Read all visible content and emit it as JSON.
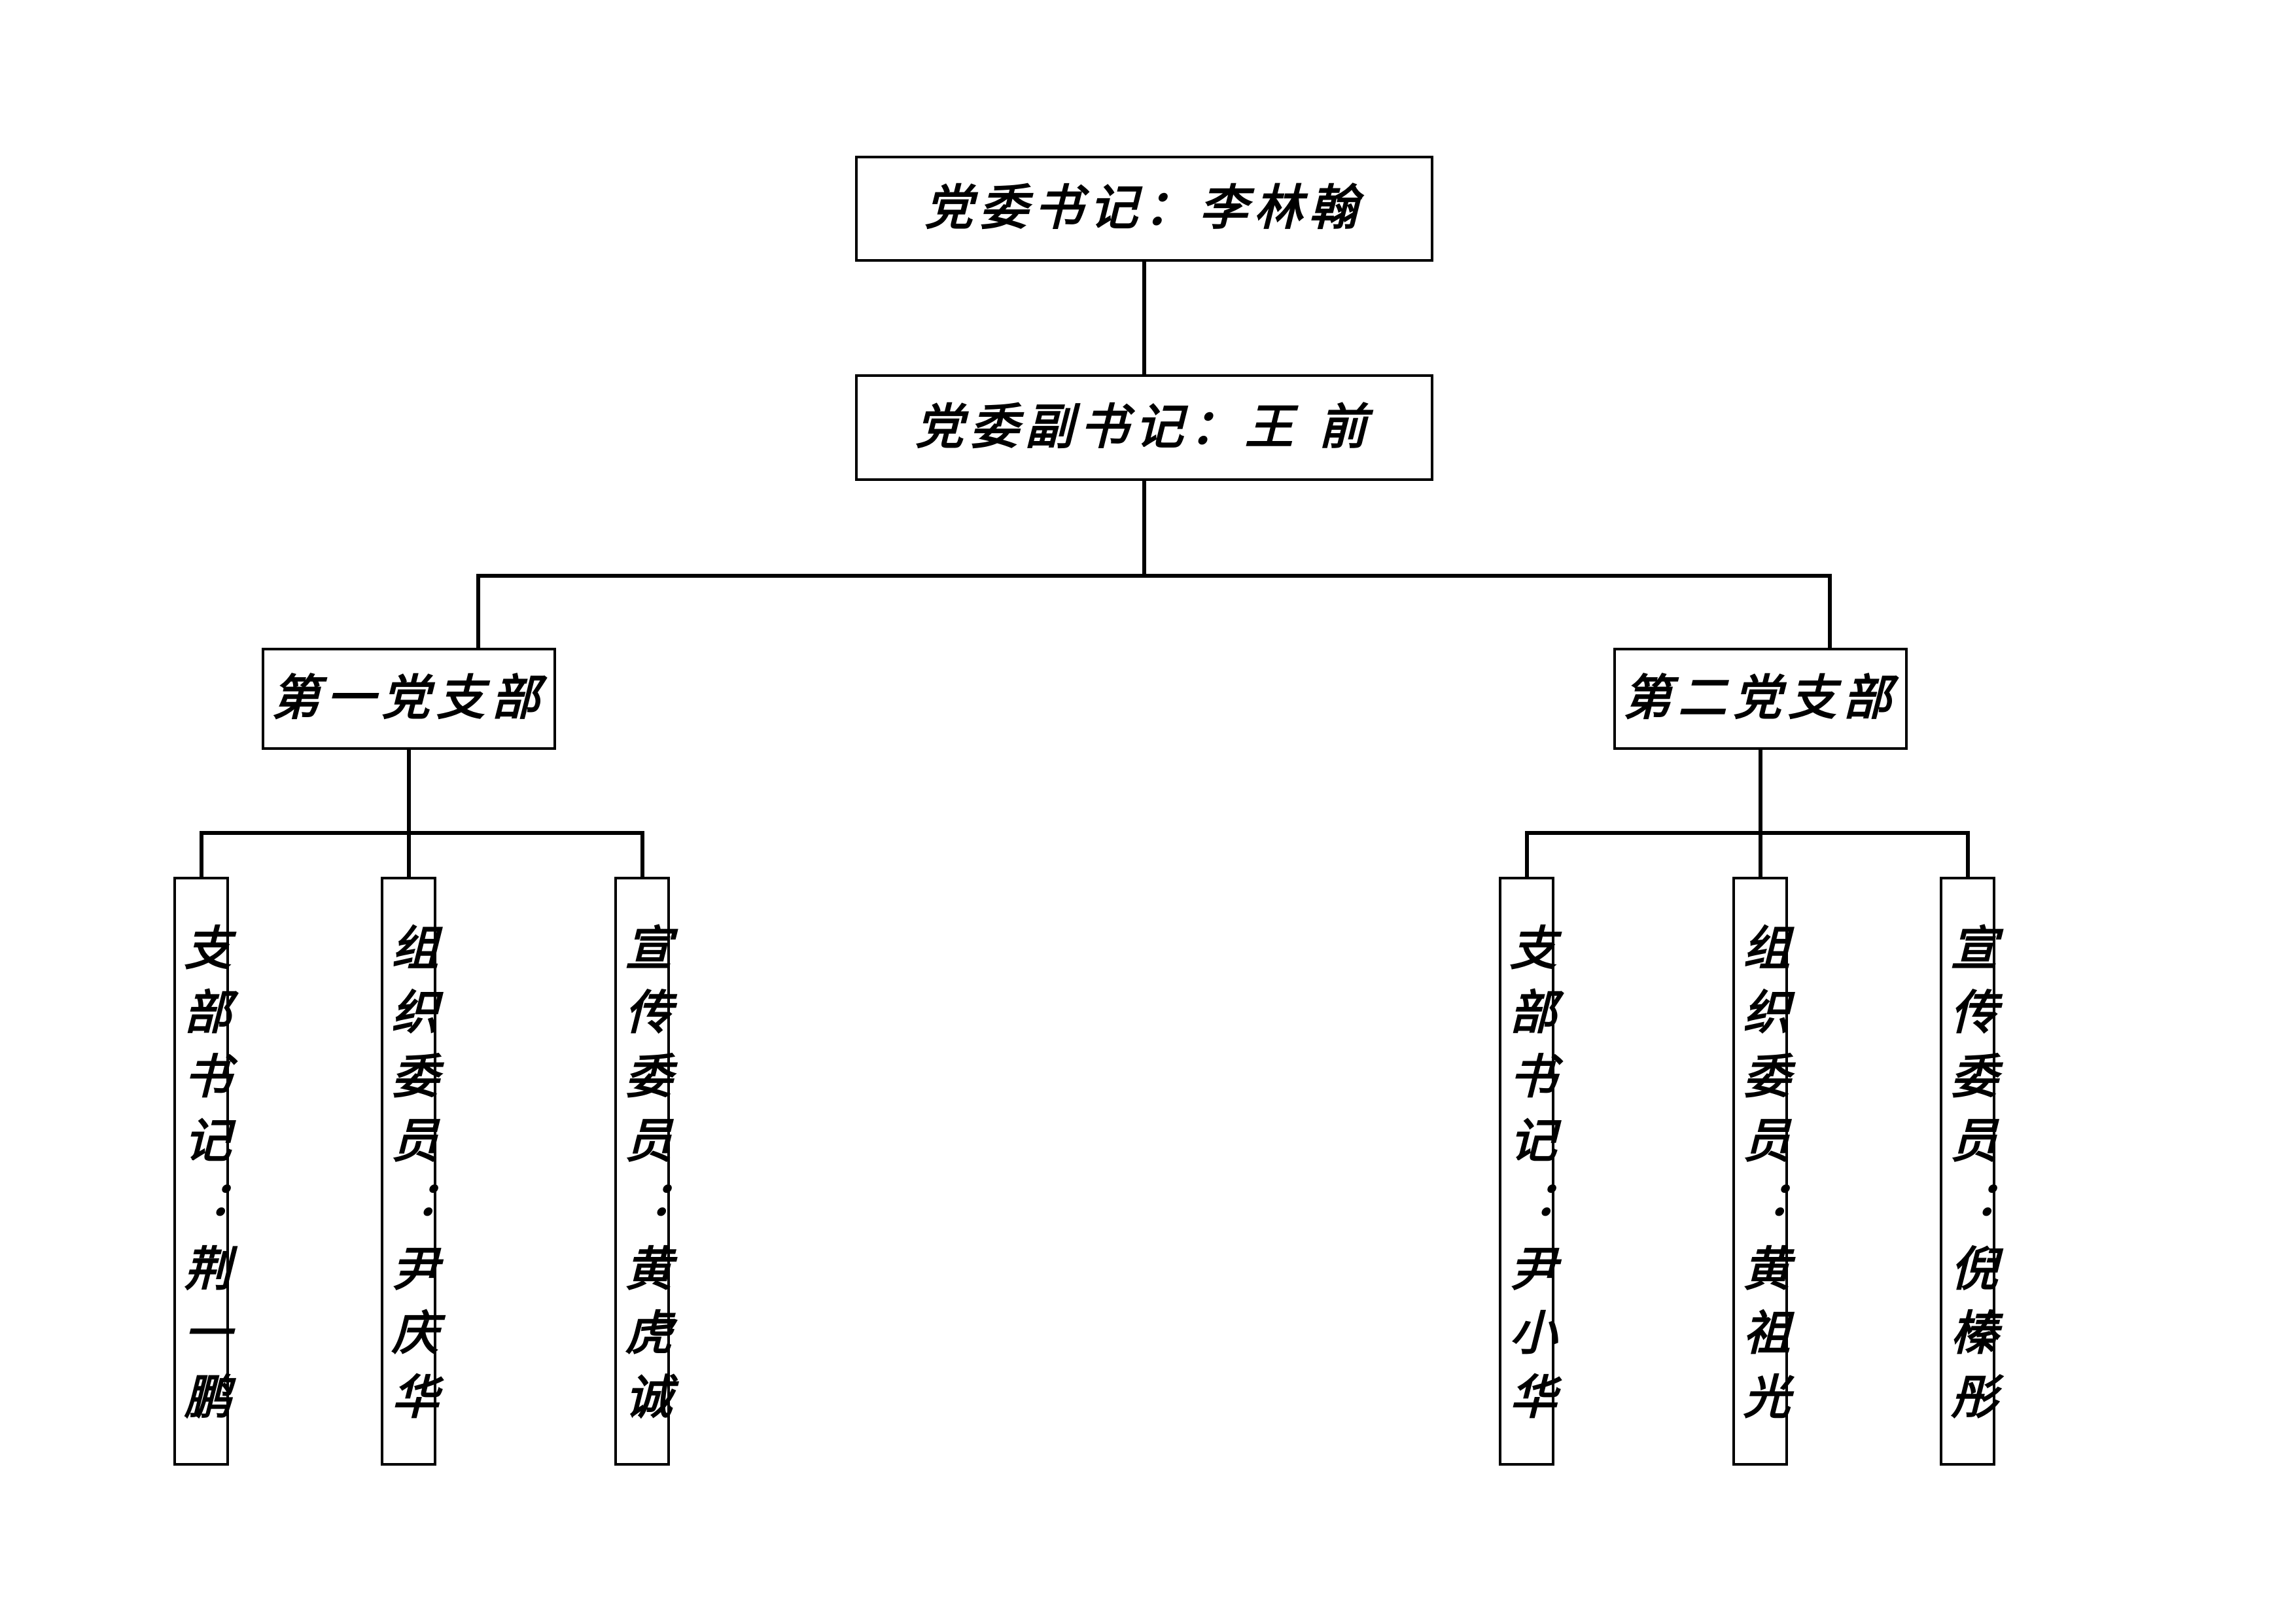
{
  "chart_title": "",
  "org_chart": {
    "type": "organizational-hierarchy",
    "orientation": "top-down",
    "nodes": {
      "party_secretary": {
        "label": "党委书记：李林翰",
        "role": "党委书记",
        "name": "李林翰",
        "level": 1
      },
      "deputy_party_secretary": {
        "label": "党委副书记：王 前",
        "role": "党委副书记",
        "name": "王 前",
        "level": 2
      },
      "branch_one": {
        "label": "第一党支部",
        "level": 3
      },
      "branch_two": {
        "label": "第二党支部",
        "level": 3
      }
    },
    "branch_one_members": [
      {
        "label": "支部书记：荆一鹏",
        "role": "支部书记",
        "name": "荆一鹏"
      },
      {
        "label": "组织委员：尹庆华",
        "role": "组织委员",
        "name": "尹庆华"
      },
      {
        "label": "宣传委员：黄虎诚",
        "role": "宣传委员",
        "name": "黄虎诚"
      }
    ],
    "branch_two_members": [
      {
        "label": "支部书记：尹小华",
        "role": "支部书记",
        "name": "尹小华"
      },
      {
        "label": "组织委员：黄祖光",
        "role": "组织委员",
        "name": "黄祖光"
      },
      {
        "label": "宣传委员：倪榛彤",
        "role": "宣传委员",
        "name": "倪榛彤"
      }
    ],
    "colors": {
      "background": "#ffffff",
      "border": "#000000",
      "text": "#000000",
      "connector": "#000000"
    }
  }
}
